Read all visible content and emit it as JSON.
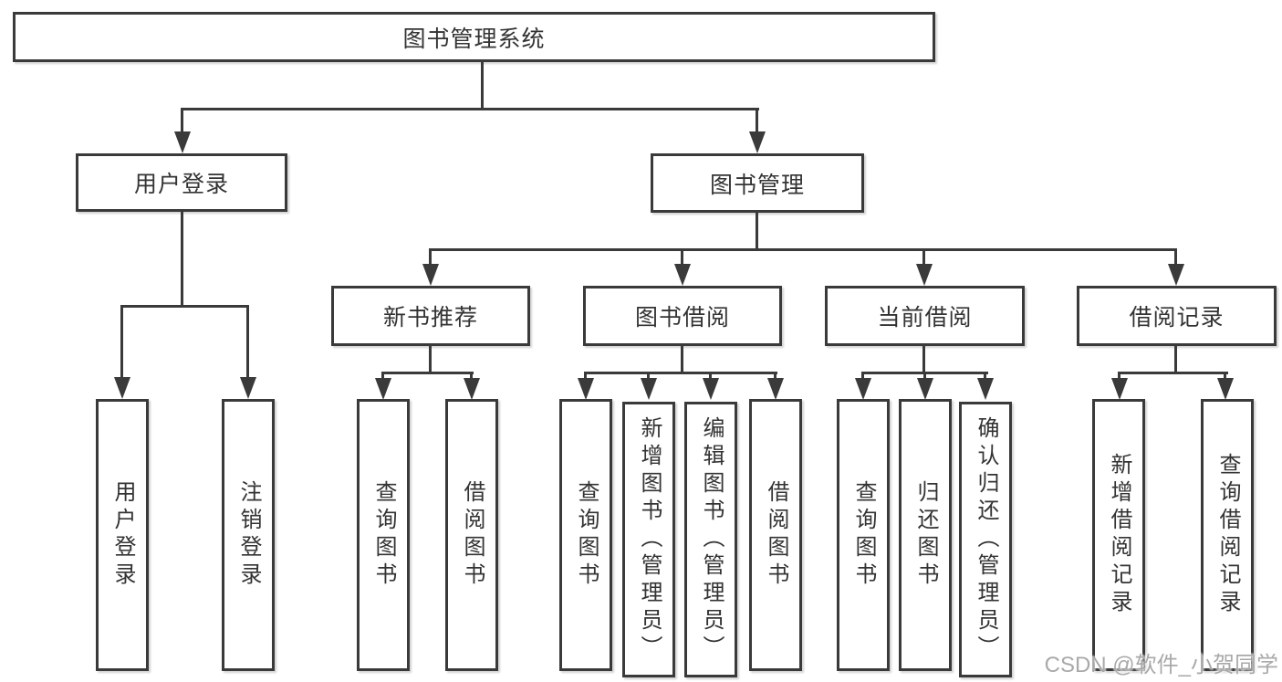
{
  "diagram": {
    "root": {
      "label": "图书管理系统"
    },
    "level2": [
      {
        "label": "用户登录"
      },
      {
        "label": "图书管理"
      }
    ],
    "level3": [
      {
        "label": "新书推荐"
      },
      {
        "label": "图书借阅"
      },
      {
        "label": "当前借阅"
      },
      {
        "label": "借阅记录"
      }
    ],
    "leaves": [
      {
        "label": "用户登录"
      },
      {
        "label": "注销登录"
      },
      {
        "label": "查询图书"
      },
      {
        "label": "借阅图书"
      },
      {
        "label": "查询图书"
      },
      {
        "label": "新增图书（管理员）"
      },
      {
        "label": "编辑图书（管理员）"
      },
      {
        "label": "借阅图书"
      },
      {
        "label": "查询图书"
      },
      {
        "label": "归还图书"
      },
      {
        "label": "确认归还（管理员）"
      },
      {
        "label": "新增借阅记录"
      },
      {
        "label": "查询借阅记录"
      }
    ]
  },
  "watermark": "CSDN @软件_小贺同学",
  "colors": {
    "line": "#3a3a3a",
    "text": "#333333",
    "background": "#ffffff",
    "watermark": "#a9a9a9"
  }
}
